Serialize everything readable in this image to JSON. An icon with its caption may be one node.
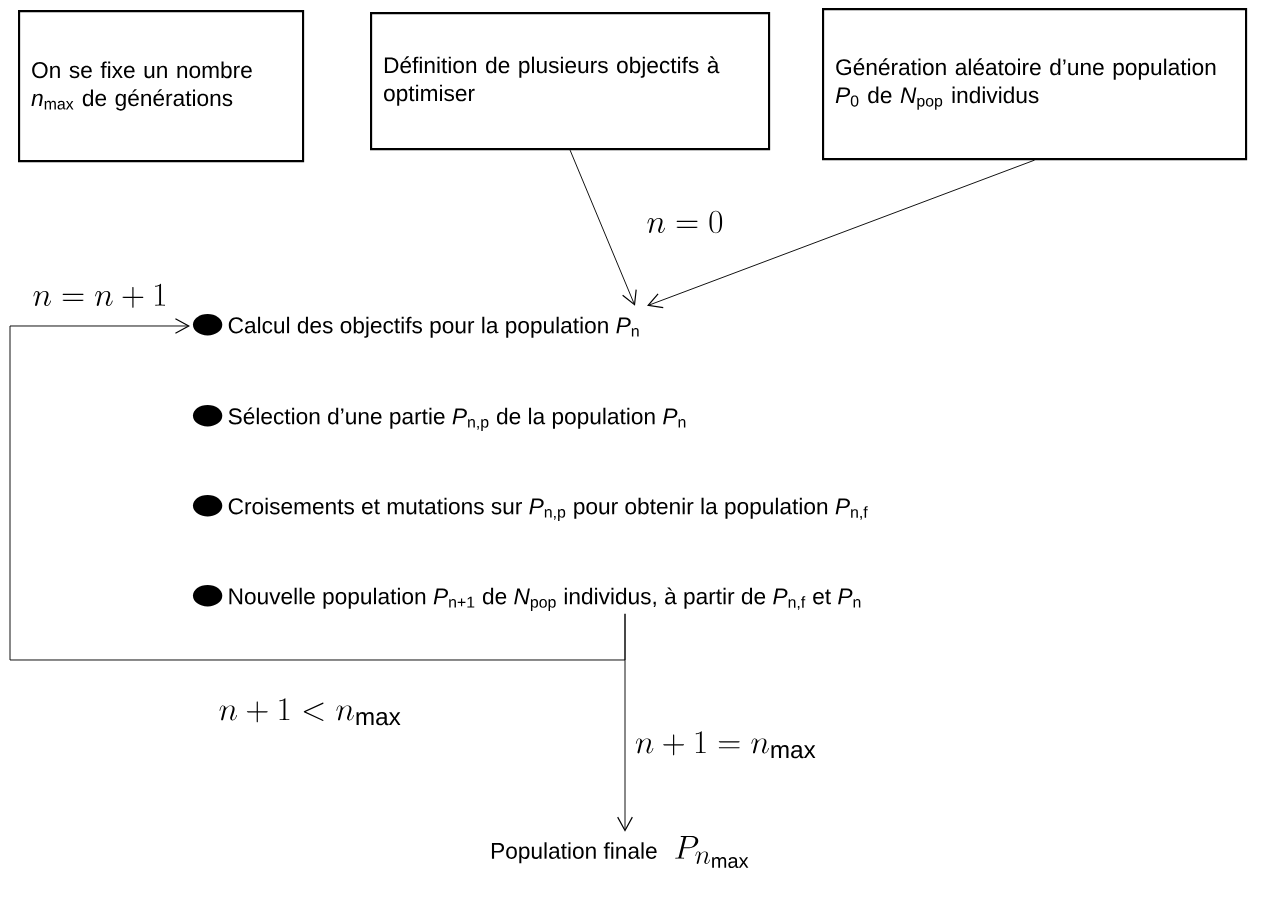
{
  "diagram": {
    "nodes": [
      {
        "text": [
          "On se fixe un nombre *n*$_{max}$ de générations"
        ]
      },
      {
        "text": [
          "Définition de plusieurs objectifs à optimiser"
        ]
      },
      {
        "text": [
          "Génération aléatoire d’une population *P*$_{0}$ de *N*$_{pop}$ individus"
        ]
      },
      {
        "text": [
          "Calcul des objectifs pour la population *P*$_{n}$"
        ]
      },
      {
        "text": [
          "Sélection d’une partie *P*$_{n,p}$ de la population *P*$_{n}$"
        ]
      },
      {
        "text": [
          "Croisements et mutations sur *P*$_{n,p}$ pour obtenir la population *P*$_{n,f}$"
        ]
      },
      {
        "text": [
          "Nouvelle population *P*$_{n+1}$ de *N*$_{pop}$ individus, à partir de *P*$_{n,f}$ et *P*$_{n}$"
        ]
      },
      {
        "text": [
          "Population finale",
          "P_{n_{\\max}}"
        ]
      }
    ],
    "edges": [
      {
        "from": 1,
        "to": 3,
        "arrow": "to"
      },
      {
        "from": 2,
        "to": 3,
        "arrow": "to"
      },
      {
        "from": 6,
        "to": 3,
        "arrow": "to",
        "label": "n+1<n_{\\max}"
      },
      {
        "from": 6,
        "to": 7,
        "arrow": "to",
        "label": "n+1=n_{\\max}"
      }
    ],
    "labels": [
      "n=0",
      "n=n+1"
    ]
  }
}
